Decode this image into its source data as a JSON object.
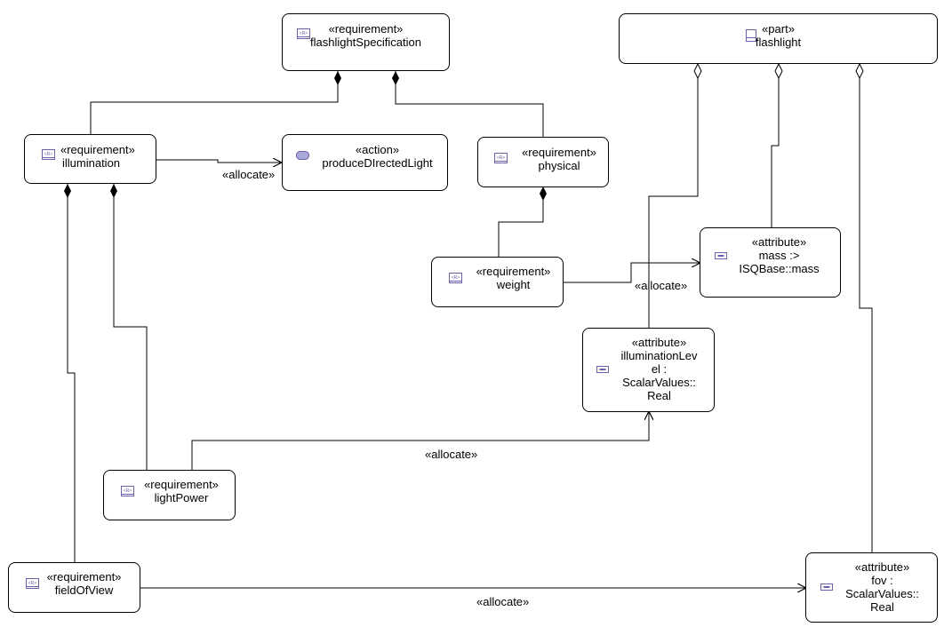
{
  "diagram": {
    "nodes": {
      "flashlightSpecification": {
        "stereotype": "«requirement»",
        "name": "flashlightSpecification",
        "icon": "requirement-icon"
      },
      "flashlight": {
        "stereotype": "«part»",
        "name": "flashlight",
        "icon": "part-icon"
      },
      "illumination": {
        "stereotype": "«requirement»",
        "name": "illumination",
        "icon": "requirement-icon"
      },
      "produceDirectedLight": {
        "stereotype": "«action»",
        "name": "produceDIrectedLight",
        "icon": "action-icon"
      },
      "physical": {
        "stereotype": "«requirement»",
        "name": "physical",
        "icon": "requirement-icon"
      },
      "weight": {
        "stereotype": "«requirement»",
        "name": "weight",
        "icon": "requirement-icon"
      },
      "mass": {
        "stereotype": "«attribute»",
        "name_lines": [
          "mass :>",
          "ISQBase::mass"
        ],
        "icon": "attribute-icon"
      },
      "illuminationLevel": {
        "stereotype": "«attribute»",
        "name_lines": [
          "illuminationLev",
          "el :",
          "ScalarValues::",
          "Real"
        ],
        "icon": "attribute-icon"
      },
      "lightPower": {
        "stereotype": "«requirement»",
        "name": "lightPower",
        "icon": "requirement-icon"
      },
      "fieldOfView": {
        "stereotype": "«requirement»",
        "name": "fieldOfView",
        "icon": "requirement-icon"
      },
      "fov": {
        "stereotype": "«attribute»",
        "name_lines": [
          "fov :",
          "ScalarValues::",
          "Real"
        ],
        "icon": "attribute-icon"
      }
    },
    "edge_labels": {
      "allocate_illumination": "«allocate»",
      "allocate_weight": "«allocate»",
      "allocate_lightPower": "«allocate»",
      "allocate_fieldOfView": "«allocate»"
    },
    "icon_badge": "<R>",
    "colors": {
      "line": "#000000",
      "icon": "#6b5fa8",
      "action_fill": "#a9a6d8"
    }
  }
}
